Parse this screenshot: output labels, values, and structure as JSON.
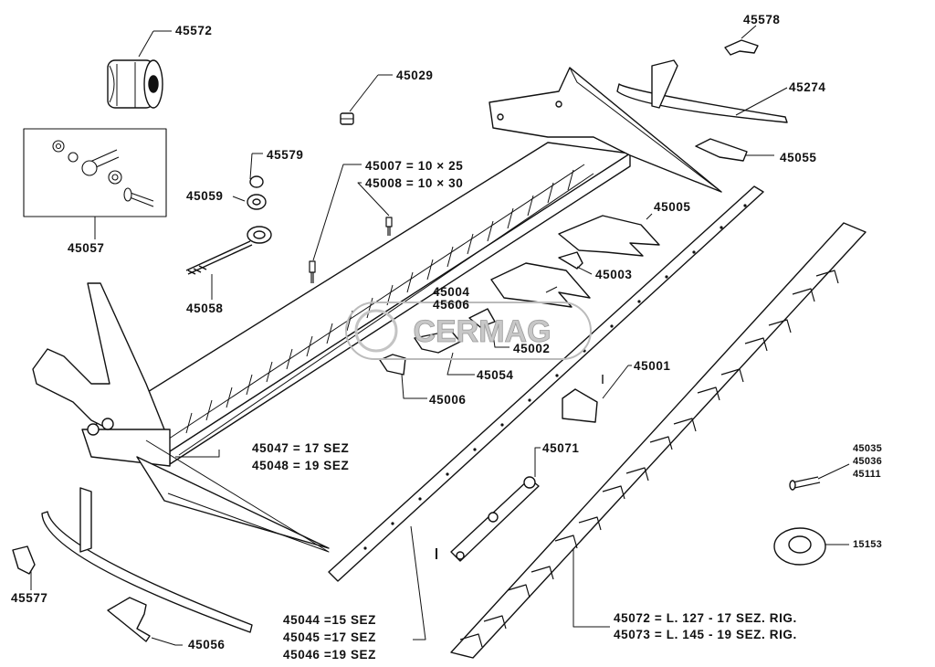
{
  "watermark": "CERMAG",
  "labels": {
    "p45572": "45572",
    "p45029": "45029",
    "p45578": "45578",
    "p45274": "45274",
    "p45055": "45055",
    "p45579": "45579",
    "p45059": "45059",
    "p45057": "45057",
    "p45058": "45058",
    "p45007": "45007 = 10 × 25",
    "p45008": "45008 = 10 × 30",
    "p45005": "45005",
    "p45003": "45003",
    "p45004": "45004",
    "p45606": "45606",
    "p45002": "45002",
    "p45054": "45054",
    "p45006": "45006",
    "p45001": "45001",
    "p45047": "45047 = 17  SEZ",
    "p45048": "45048 = 19  SEZ",
    "p45071": "45071",
    "p45035": "45035",
    "p45036": "45036",
    "p45111": "45111",
    "p15153": "15153",
    "p45577": "45577",
    "p45056": "45056",
    "p45044": "45044  =15 SEZ",
    "p45045": "45045  =17 SEZ",
    "p45046": "45046  =19 SEZ",
    "p45072": "45072  =  L. 127 - 17 SEZ. RIG.",
    "p45073": "45073  =  L. 145 - 19 SEZ. RIG."
  }
}
